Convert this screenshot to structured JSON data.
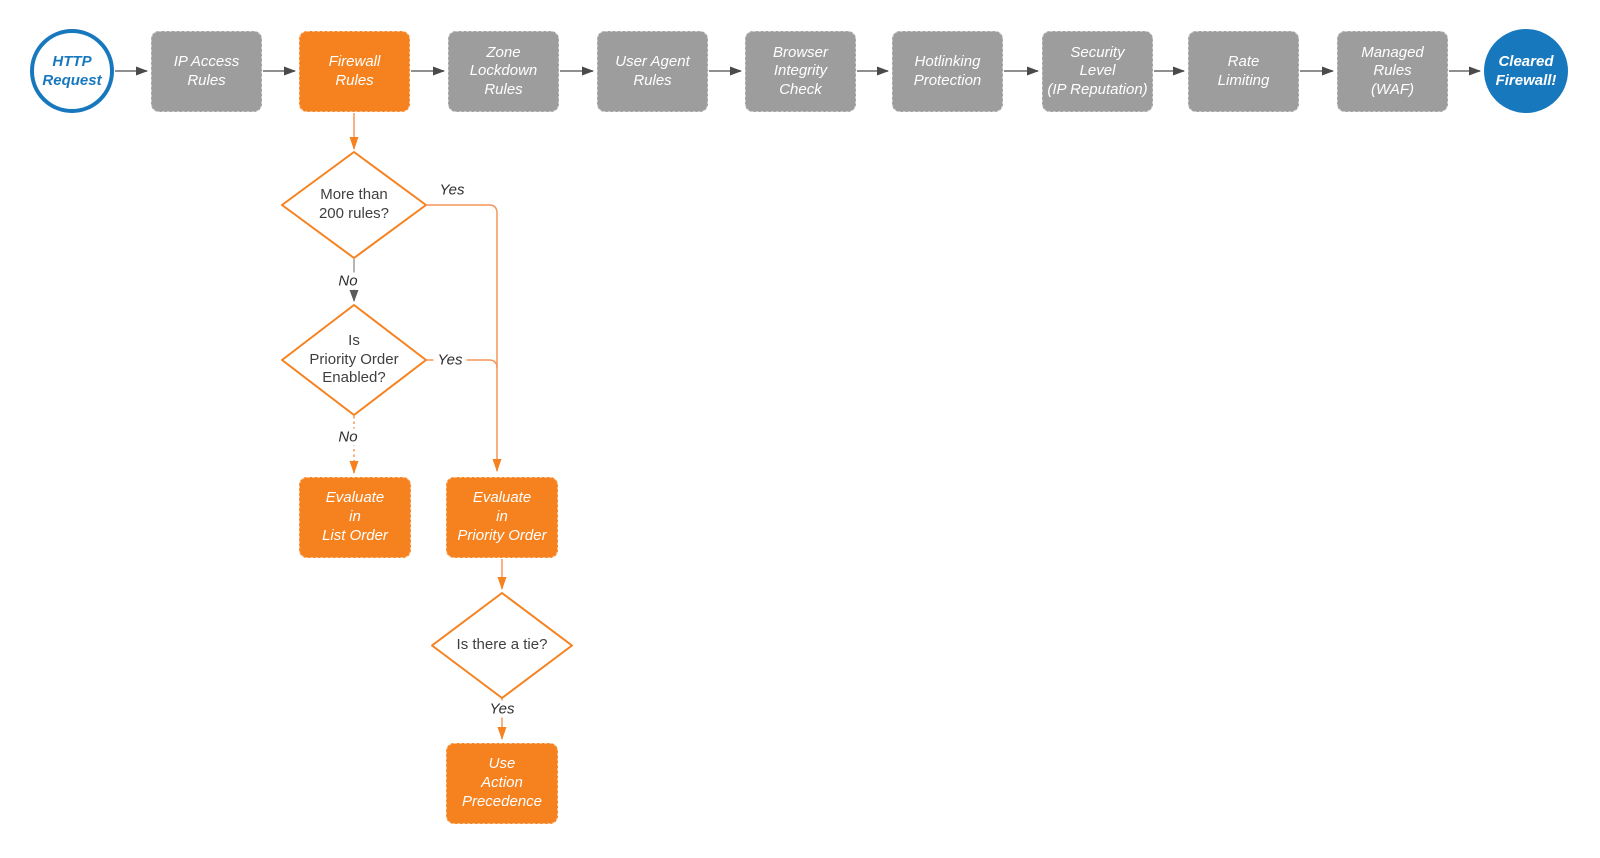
{
  "diagram": {
    "description": "HTTP request flow through firewall stages",
    "colors": {
      "accent_orange": "#F6821F",
      "step_gray": "#9D9D9D",
      "brand_blue": "#1878BE",
      "connector_gray": "#6B6B6B"
    },
    "nodes": {
      "start": {
        "label": "HTTP\nRequest"
      },
      "pipeline": [
        {
          "label": "IP Access\nRules"
        },
        {
          "label": "Firewall\nRules",
          "emphasis": true
        },
        {
          "label": "Zone\nLockdown\nRules"
        },
        {
          "label": "User Agent\nRules"
        },
        {
          "label": "Browser\nIntegrity\nCheck"
        },
        {
          "label": "Hotlinking\nProtection"
        },
        {
          "label": "Security\nLevel\n(IP Reputation)"
        },
        {
          "label": "Rate\nLimiting"
        },
        {
          "label": "Managed\nRules\n(WAF)"
        }
      ],
      "end": {
        "label": "Cleared\nFirewall!"
      },
      "decisions": [
        {
          "label": "More than\n200 rules?"
        },
        {
          "label": "Is\nPriority Order\nEnabled?"
        },
        {
          "label": "Is there a tie?"
        }
      ],
      "actions": [
        {
          "label": "Evaluate\nin\nList Order"
        },
        {
          "label": "Evaluate\nin\nPriority Order"
        },
        {
          "label": "Use\nAction\nPrecedence"
        }
      ]
    },
    "edge_labels": {
      "yes_200": "Yes",
      "no_200": "No",
      "yes_priority": "Yes",
      "no_priority": "No",
      "yes_tie": "Yes"
    }
  }
}
